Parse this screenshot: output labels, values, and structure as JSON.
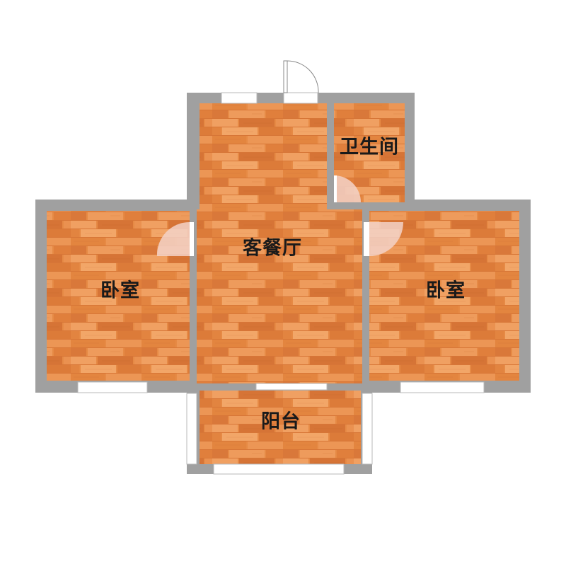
{
  "floorplan": {
    "rooms": {
      "bathroom": {
        "label": "卫生间"
      },
      "living_dining": {
        "label": "客餐厅"
      },
      "bedroom_left": {
        "label": "卧室"
      },
      "bedroom_right": {
        "label": "卧室"
      },
      "balcony": {
        "label": "阳台"
      }
    },
    "colors": {
      "wall": "#a0a0a0",
      "floor_base": "#e68a45",
      "floor_dark": "#c8622a",
      "floor_light": "#f2a668",
      "door_swing": "#f3d2c8",
      "window": "#ffffff"
    }
  }
}
